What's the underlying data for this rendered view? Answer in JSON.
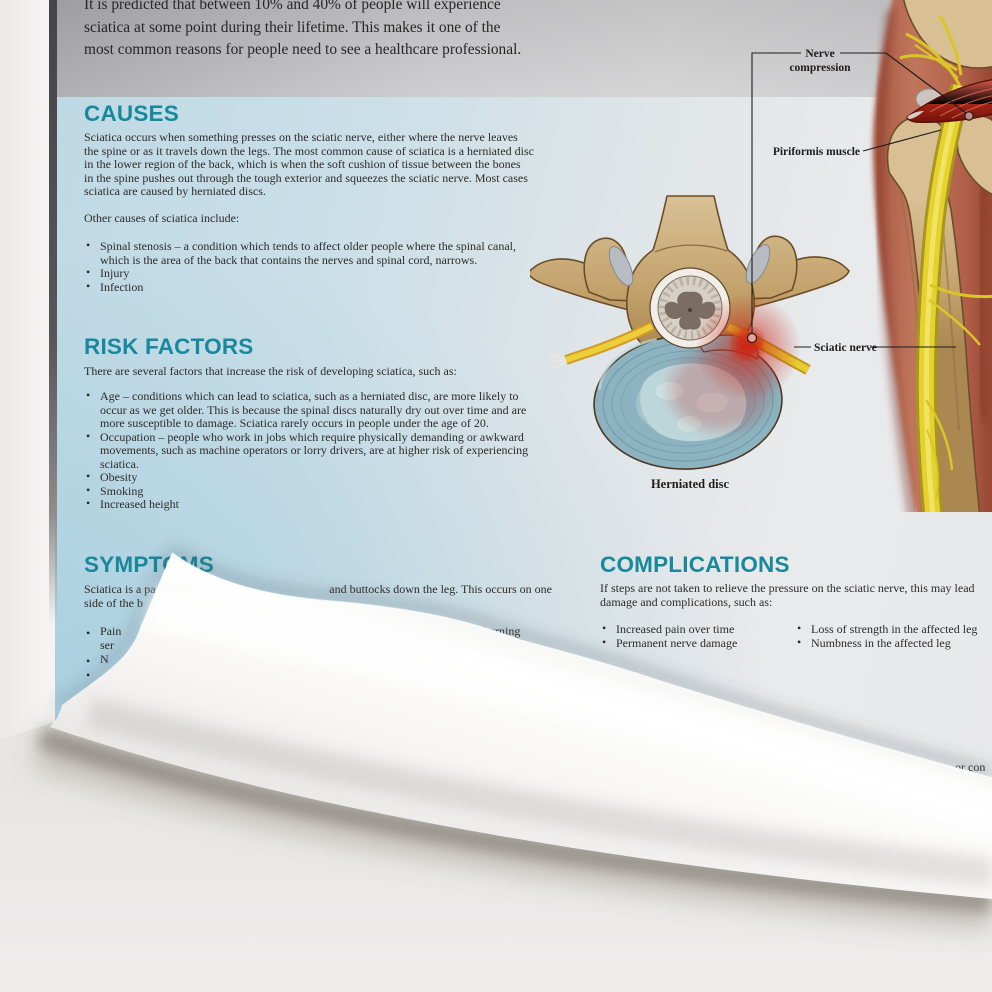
{
  "poster": {
    "intro": "It is predicted that between 10% and 40% of people will experience\nsciatica at some point during their lifetime. This makes it one of the\nmost common reasons for people need to see a healthcare professional.",
    "causes": {
      "heading": "CAUSES",
      "body": "Sciatica occurs when something presses on the sciatic nerve, either where the nerve leaves\nthe spine or as it travels down the legs. The most common cause of sciatica is a herniated disc\nin the lower region of the back, which is when the soft cushion of tissue between the bones\nin the spine pushes out through the tough exterior and squeezes the sciatic nerve. Most cases\nsciatica are caused by herniated discs.",
      "subheading": "Other causes of sciatica include:",
      "bullets": [
        "Spinal stenosis – a condition which tends to affect older people where the spinal canal,\nwhich is the area of the back that contains the nerves and spinal cord, narrows.",
        "Injury",
        "Infection"
      ]
    },
    "risk_factors": {
      "heading": "RISK FACTORS",
      "body": "There are several factors that increase the risk of developing sciatica, such as:",
      "bullets": [
        "Age – conditions which can lead to sciatica, such as a herniated disc, are more likely to\noccur as we get older. This is because the spinal discs naturally dry out over time and are\nmore susceptible to damage. Sciatica rarely occurs in people under the age of 20.",
        "Occupation – people who work in jobs which require physically demanding or awkward\nmovements, such as machine operators or lorry drivers, are at higher risk of experiencing\nsciatica.",
        "Obesity",
        "Smoking",
        "Increased height"
      ]
    },
    "symptoms": {
      "heading": "SYMPTOMS",
      "fragment_line1_left": "Sciatica is a pa",
      "fragment_line1_right": "and buttocks down the leg. This occurs on one",
      "fragment_line2_left": "side of the b",
      "fragment_bullet1": "Pain",
      "fragment_bullet1_cont": "ser",
      "fragment_bullet2": "N",
      "fragment_right_word": "burning"
    },
    "complications": {
      "heading": "COMPLICATIONS",
      "body": "If steps are not taken to relieve the pressure on the sciatic nerve, this may lead\ndamage and complications, such as:",
      "bullets_col1": [
        "Increased pain over time",
        "Permanent nerve damage"
      ],
      "bullets_col2": [
        "Loss of strength in the affected leg",
        "Numbness in the affected leg"
      ]
    },
    "diagram": {
      "label_nerve_compression_line1": "Nerve",
      "label_nerve_compression_line2": "compression",
      "label_piriformis": "Piriformis muscle",
      "label_sciatic": "Sciatic nerve",
      "caption_herniated_disc": "Herniated disc"
    },
    "bottom_fragment": "or con"
  },
  "colors": {
    "accent_teal": "#18899b",
    "poster_blue": "#c7dde7",
    "wall": "#f1f0ee",
    "curl_white": "#fbfbfa",
    "nerve_yellow": "#e6d22f",
    "muscle_red": "#9c2013",
    "bone_tan": "#c9a972",
    "disc_blue": "#8db3c0",
    "inflammation_red": "#cc2a18",
    "body_text": "#2e2b28"
  }
}
